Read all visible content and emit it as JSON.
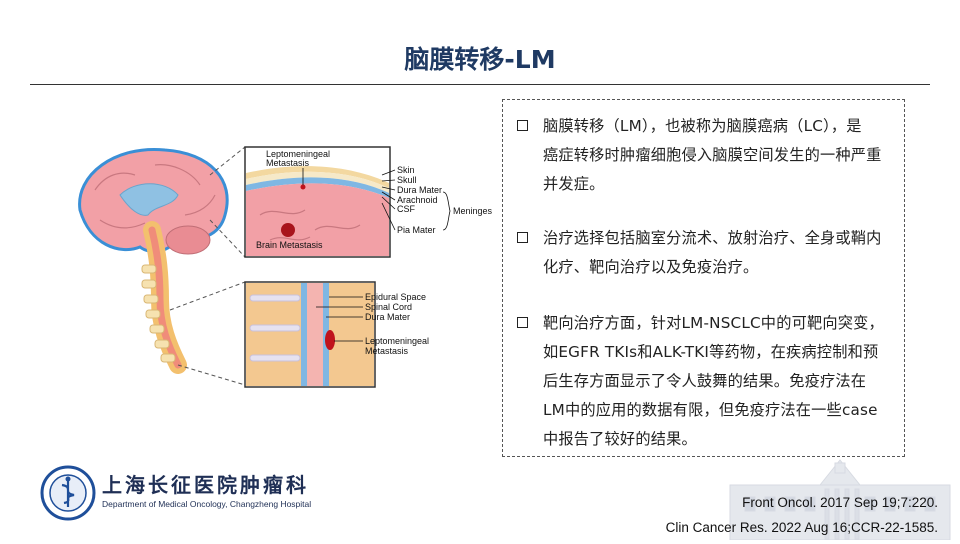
{
  "slide": {
    "title": "脑膜转移-LM"
  },
  "figure": {
    "labels": {
      "leptomeningeal_top": [
        "Leptomeningeal",
        "Metastasis"
      ],
      "skin": "Skin",
      "skull": "Skull",
      "dura": "Dura Mater",
      "arachnoid": "Arachnoid",
      "csf": "CSF",
      "pia": "Pia Mater",
      "meninges": "Meninges",
      "brain_metastasis": "Brain Metastasis",
      "epidural": "Epidural Space",
      "spinal_cord": "Spinal Cord",
      "dura_spine": "Dura Mater",
      "leptomeningeal_bottom": [
        "Leptomeningeal",
        "Metastasis"
      ]
    }
  },
  "bullets": [
    {
      "lines": [
        "脑膜转移（LM），也被称为脑膜癌病（LC），是",
        "癌症转移时肿瘤细胞侵入脑膜空间发生的一种严重",
        "并发症。"
      ]
    },
    {
      "lines": [
        "治疗选择包括脑室分流术、放射治疗、全身或鞘内",
        "化疗、靶向治疗以及免疫治疗。"
      ]
    },
    {
      "lines": [
        "靶向治疗方面，针对LM-NSCLC中的可靶向突变，",
        "如EGFR TKIs和ALK-TKI等药物，在疾病控制和预",
        "后生存方面显示了令人鼓舞的结果。免疫疗法在",
        "LM中的应用的数据有限，但免疫疗法在一些case",
        "中报告了较好的结果。"
      ]
    }
  ],
  "logo": {
    "name_cn": "上海长征医院肿瘤科",
    "name_en": "Department of Medical Oncology, Changzheng Hospital"
  },
  "citations": [
    "Front Oncol. 2017 Sep 19;7:220.",
    "Clin Cancer Res. 2022 Aug 16;CCR-22-1585."
  ],
  "colors": {
    "title": "#1f3a63",
    "brain": "#f2a0a6",
    "ventricle": "#8fc1e3",
    "blue_outline": "#3a8fd6",
    "spine": "#f3c06e",
    "cord": "#f08c7a"
  }
}
